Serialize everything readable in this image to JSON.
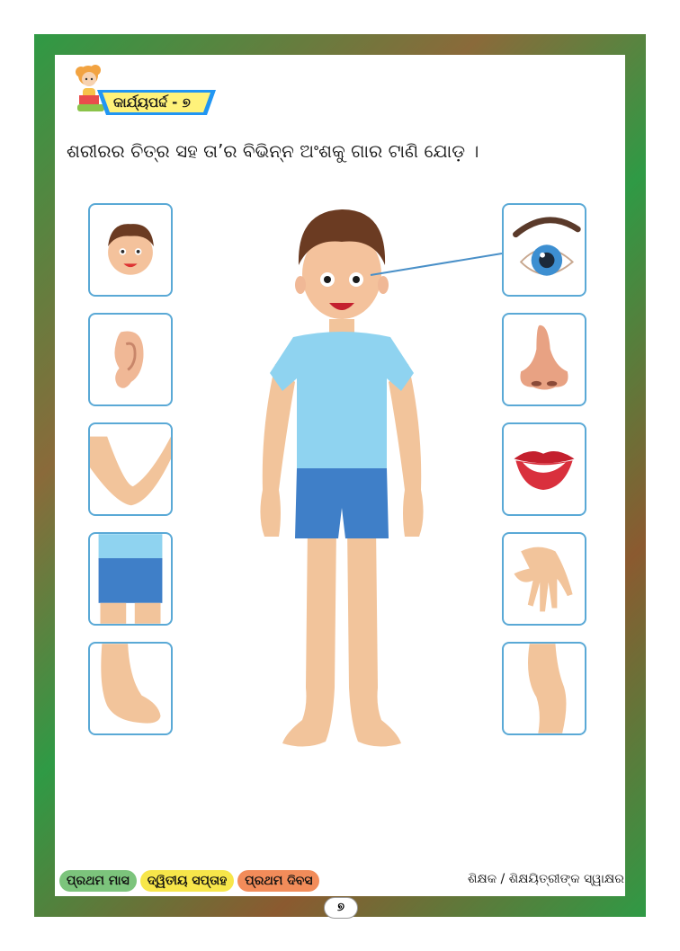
{
  "header": {
    "title": "କାର୍ଯ୍ୟପର୍ଦ୍ଦ - ୭"
  },
  "instruction": "ଶରୀରର ଚିତ୍ର ସହ ତା’ର ବିଭିନ୍ନ ଅଂଶକୁ ଗାର ଟାଣି ଯୋଡ଼ ।",
  "left_cards": [
    "face",
    "ear",
    "elbow",
    "shorts",
    "foot"
  ],
  "right_cards": [
    "eye",
    "nose",
    "lips",
    "hand",
    "knee"
  ],
  "footer": {
    "month": "ପ୍ରଥମ ମାସ",
    "week": "ଦ୍ୱିତୀୟ ସପ୍ତାହ",
    "day": "ପ୍ରଥମ ଦିବସ",
    "signature": "ଶିକ୍ଷକ / ଶିକ୍ଷୟିତ୍ରୀଙ୍କ ସ୍ୱାକ୍ଷର",
    "page": "୭"
  },
  "colors": {
    "frame_green": "#2f9a45",
    "card_border": "#5aa9d6",
    "shirt": "#8fd3f0",
    "shorts": "#3f7fc8",
    "skin": "#f2c49b"
  }
}
